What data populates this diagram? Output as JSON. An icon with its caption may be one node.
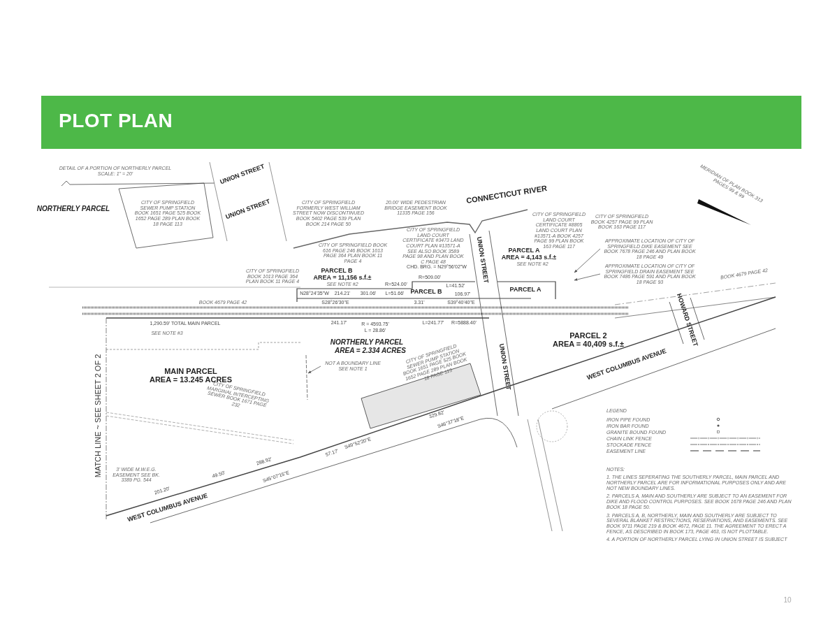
{
  "diagram": {
    "title": "PLOT PLAN",
    "nodes": [
      {
        "text": [
          "NOT A BOUNDARY LINE SEE NOTE 1"
        ]
      },
      {
        "text": [
          "APPROXIMATE LOCATION OF CITY OF SPRINGFIELD DIKE EASEMENT SEE BOOK 7678 PAGE 246 AND PLAN BOOK 18 PAGE 49"
        ]
      },
      {
        "text": [
          "APPROXIMATE LOCATION OF CITY OF SPRINGFIELD DRAIN EASEMENT SEE BOOK 7486 PAGE 591 AND PLAN BOOK 18 PAGE 93"
        ]
      }
    ],
    "edges": [
      {
        "from": 0,
        "to": null,
        "arrow": "to"
      },
      {
        "from": 1,
        "to": null,
        "arrow": "to"
      },
      {
        "from": 2,
        "to": null,
        "arrow": "to"
      }
    ],
    "labels": [
      "DETAIL OF A PORTION OF NORTHERLY PARCEL SCALE: 1\" = 20'",
      "UNION STREET",
      "UNION STREET",
      "NORTHERLY PARCEL",
      "CITY OF SPRINGFIELD SEWER PUMP STATION BOOK 1651 PAGE 525 BOOK 1652 PAGE 289 PLAN BOOK 18 PAGE 113",
      "CITY OF SPRINGFIELD FORMERLY WEST WILLIAM STREET NOW DISCONTINUED BOOK 5402 PAGE 539 PLAN BOOK 214 PAGE 50",
      "20.00' WIDE PEDESTRIAN BRIDGE EASEMENT BOOK 11335 PAGE 156",
      "CONNECTICUT RIVER",
      "CITY OF SPRINGFIELD BOOK 616 PAGE 246 BOOK 1013 PAGE 364 PLAN BOOK 11 PAGE 4",
      "CITY OF SPRINGFIELD LAND COURT CERTIFICATE #3473 LAND COURT PLAN #13571-A SEE ALSO BOOK 3589 PAGE 98 AND PLAN BOOK C PAGE 48",
      "CITY OF SPRINGFIELD LAND COURT CERTIFICATE #8805 LAND COURT PLAN #13571-A BOOK 4257 PAGE 99 PLAN BOOK 163 PAGE 117",
      "CITY OF SPRINGFIELD BOOK 4257 PAGE 99 PLAN BOOK 163 PAGE 117",
      "PARCEL A",
      "AREA = 4,143 s.f.±",
      "SEE NOTE #2",
      "PARCEL B",
      "AREA = 11,156 s.f.±",
      "SEE NOTE #2",
      "MERIDIAN OF PLAN BOOK 313 PAGES 99 & 99",
      "CITY OF SPRINGFIELD BOOK 1013 PAGE 364 PLAN BOOK 11 PAGE 4",
      "BOOK 4679 PAGE 42",
      "BOOK 4679 PAGE 42",
      "PARCEL B",
      "PARCEL A",
      "NORTHERLY PARCEL",
      "AREA = 2.334 ACRES",
      "1,290.59' TOTAL MAIN PARCEL",
      "SEE NOTE #3",
      "UNION STREET",
      "UNION STREET",
      "PARCEL 2",
      "AREA = 40,409 s.f.±",
      "HOWARD STREET",
      "WEST COLUMBUS AVENUE",
      "WEST COLUMBUS AVENUE",
      "MAIN PARCEL",
      "AREA = 13.245 ACRES",
      "MATCH LINE ~ SEE SHEET 2 OF 2",
      "CITY OF SPRINGFIELD MARGINAL INTERCEPTING SEWER BOOK 1671 PAGE 232",
      "CITY OF SPRINGFIELD SEWER PUMP STATION BOOK 1651 PAGE 525 BOOK 1652 PAGE 289 PLAN BOOK 18 PAGE 113",
      "3' WIDE M.W.E.G. EASEMENT SEE BK. 3389 PG. 544",
      "LEGEND",
      "NOTES:",
      "1. THE LINES SEPERATING THE SOUTHERLY PARCEL, MAIN PARCEL AND NORTHERLY PARCEL ARE FOR INFORMATIONAL PURPOSES ONLY AND ARE NOT NEW BOUNDARY LINES.",
      "2. PARCELS A, MAIN AND SOUTHERLY ARE SUBJECT TO AN EASEMENT FOR DIKE AND FLOOD CONTROL PURPOSES. SEE BOOK 1678 PAGE 246 AND PLAN BOOK 18 PAGE 50.",
      "3. PARCELS A, B, NORTHERLY, MAIN AND SOUTHERLY ARE SUBJECT TO SEVERAL BLANKET RESTRICTIONS, RESERVATIONS, AND EASEMENTS. SEE BOOK 9711 PAGE 219 & BOOK 4672, PAGE 11. THE AGREEMENT TO ERECT A FENCE, AS DESCRIBED IN BOOK 173, PAGE 463, IS NOT PLOTTABLE.",
      "4. A PORTION OF NORTHERLY PARCEL LYING IN UNION STREET IS SUBJECT",
      "N28°24'35\"W",
      "214.21'",
      "301.06'",
      "S28°26'30\"E",
      "R=524.00'",
      "L=51.66'",
      "CHD. BRG. = N29°56'02\"W",
      "R=509.00'",
      "L=41.52'",
      "3.31'",
      "106.97'",
      "S39°40'40\"E",
      "241.17'",
      "R = 4593.75'",
      "L = 28.86'",
      "L=241.77'",
      "R=5888.40'",
      "201.20'",
      "49.50'",
      "288.92'",
      "S45°07'15\"E",
      "57.17'",
      "S49°52'20\"E",
      "329.82'",
      "S46°37'18\"E",
      "10"
    ],
    "legend": [
      {
        "text": "IRON PIPE FOUND"
      },
      {
        "text": "IRON BAR FOUND"
      },
      {
        "text": "GRANITE BOUND FOUND"
      },
      {
        "text": "CHAIN LINK FENCE"
      },
      {
        "text": "STOCKADE FENCE"
      },
      {
        "text": "EASEMENT LINE"
      }
    ]
  }
}
